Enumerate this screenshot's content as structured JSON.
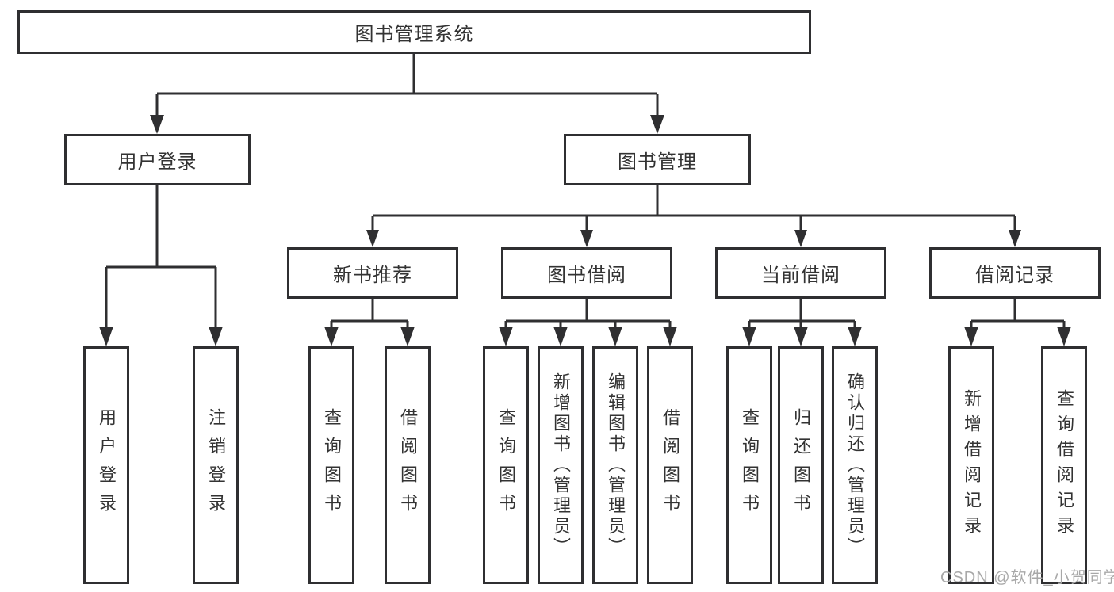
{
  "diagram": {
    "root_label": "图书管理系统",
    "user_branch": {
      "label": "用户登录",
      "children": [
        "用户登录",
        "注销登录"
      ]
    },
    "mgmt_branch": {
      "label": "图书管理",
      "sections": [
        {
          "label": "新书推荐",
          "children": [
            "查询图书",
            "借阅图书"
          ]
        },
        {
          "label": "图书借阅",
          "children": [
            "查询图书",
            "新增图书（管理员）",
            "编辑图书（管理员）",
            "借阅图书"
          ]
        },
        {
          "label": "当前借阅",
          "children": [
            "查询图书",
            "归还图书",
            "确认归还（管理员）"
          ]
        },
        {
          "label": "借阅记录",
          "children": [
            "新增借阅记录",
            "查询借阅记录"
          ]
        }
      ]
    }
  },
  "colors": {
    "line": "#2f2f31",
    "text": "#333333",
    "watermark": "#a8a8a8",
    "background": "#ffffff"
  },
  "watermark": "CSDN @软件_小贺同学"
}
